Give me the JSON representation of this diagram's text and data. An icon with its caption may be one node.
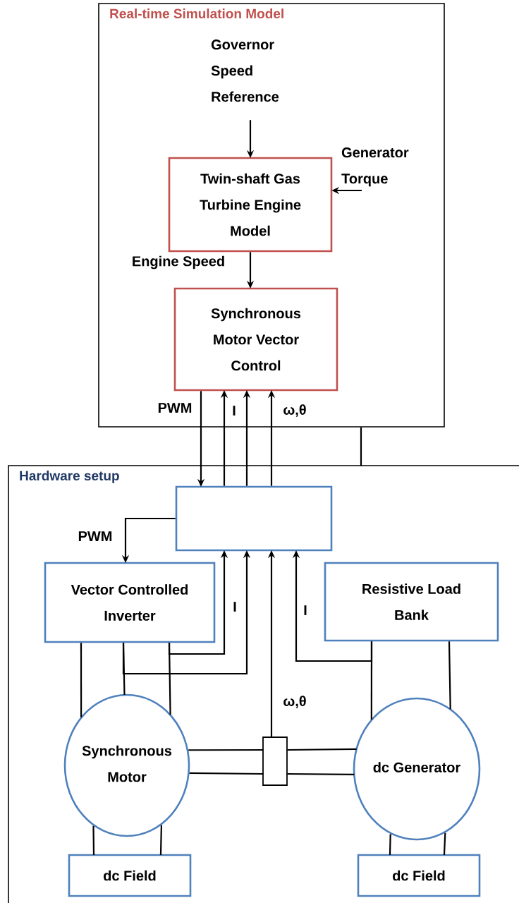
{
  "diagram": {
    "nodes": [
      {
        "text": [
          "Real-time Simulation Model"
        ]
      },
      {
        "text": [
          "Governor Speed Reference"
        ],
        "in": 0
      },
      {
        "text": [
          "Generator Torque"
        ],
        "in": 0
      },
      {
        "text": [
          "Twin-shaft Gas Turbine Engine Model"
        ],
        "in": 0
      },
      {
        "text": [
          "Synchronous Motor Vector Control"
        ],
        "in": 0
      },
      {
        "text": [
          "Hardware setup"
        ]
      },
      {
        "text": [],
        "shape": "box",
        "in": 5
      },
      {
        "text": [
          "Vector Controlled Inverter"
        ],
        "in": 5
      },
      {
        "text": [
          "Resistive Load Bank"
        ],
        "in": 5
      },
      {
        "text": [
          "Synchronous Motor"
        ],
        "in": 5
      },
      {
        "text": [],
        "shape": "box",
        "in": 5
      },
      {
        "text": [
          "dc Generator"
        ],
        "in": 5
      },
      {
        "text": [
          "dc Field"
        ],
        "in": 5
      },
      {
        "text": [
          "dc Field"
        ],
        "in": 5
      }
    ],
    "edges": [
      {
        "from": 1,
        "to": 3,
        "arrow": "to"
      },
      {
        "from": 2,
        "to": 3,
        "arrow": "to"
      },
      {
        "from": 3,
        "to": 4,
        "arrow": "to",
        "label": "Engine Speed"
      },
      {
        "from": 4,
        "to": 6,
        "arrow": "to",
        "label": "PWM"
      },
      {
        "from": 6,
        "to": 4,
        "arrow": "to",
        "label": "I"
      },
      {
        "from": 6,
        "to": 4,
        "arrow": "to"
      },
      {
        "from": 6,
        "to": 4,
        "arrow": "to",
        "label": "ω,θ"
      },
      {
        "from": 0,
        "to": 5,
        "arrow": "none"
      },
      {
        "from": 6,
        "to": 7,
        "arrow": "to",
        "label": "PWM"
      },
      {
        "from": 7,
        "to": 6,
        "arrow": "to",
        "label": "I"
      },
      {
        "from": 7,
        "to": 6,
        "arrow": "to"
      },
      {
        "from": 10,
        "to": 6,
        "arrow": "to",
        "label": "ω,θ"
      },
      {
        "from": 8,
        "to": 6,
        "arrow": "to",
        "label": "I"
      },
      {
        "from": 7,
        "to": 9,
        "arrow": "none"
      },
      {
        "from": 7,
        "to": 9,
        "arrow": "none"
      },
      {
        "from": 7,
        "to": 9,
        "arrow": "none"
      },
      {
        "from": 8,
        "to": 11,
        "arrow": "none"
      },
      {
        "from": 8,
        "to": 11,
        "arrow": "none"
      },
      {
        "from": 9,
        "to": 10,
        "arrow": "none"
      },
      {
        "from": 9,
        "to": 10,
        "arrow": "none"
      },
      {
        "from": 10,
        "to": 11,
        "arrow": "none"
      },
      {
        "from": 10,
        "to": 11,
        "arrow": "none"
      },
      {
        "from": 9,
        "to": 12,
        "arrow": "none"
      },
      {
        "from": 9,
        "to": 12,
        "arrow": "none"
      },
      {
        "from": 11,
        "to": 13,
        "arrow": "none"
      },
      {
        "from": 11,
        "to": 13,
        "arrow": "none"
      }
    ]
  }
}
